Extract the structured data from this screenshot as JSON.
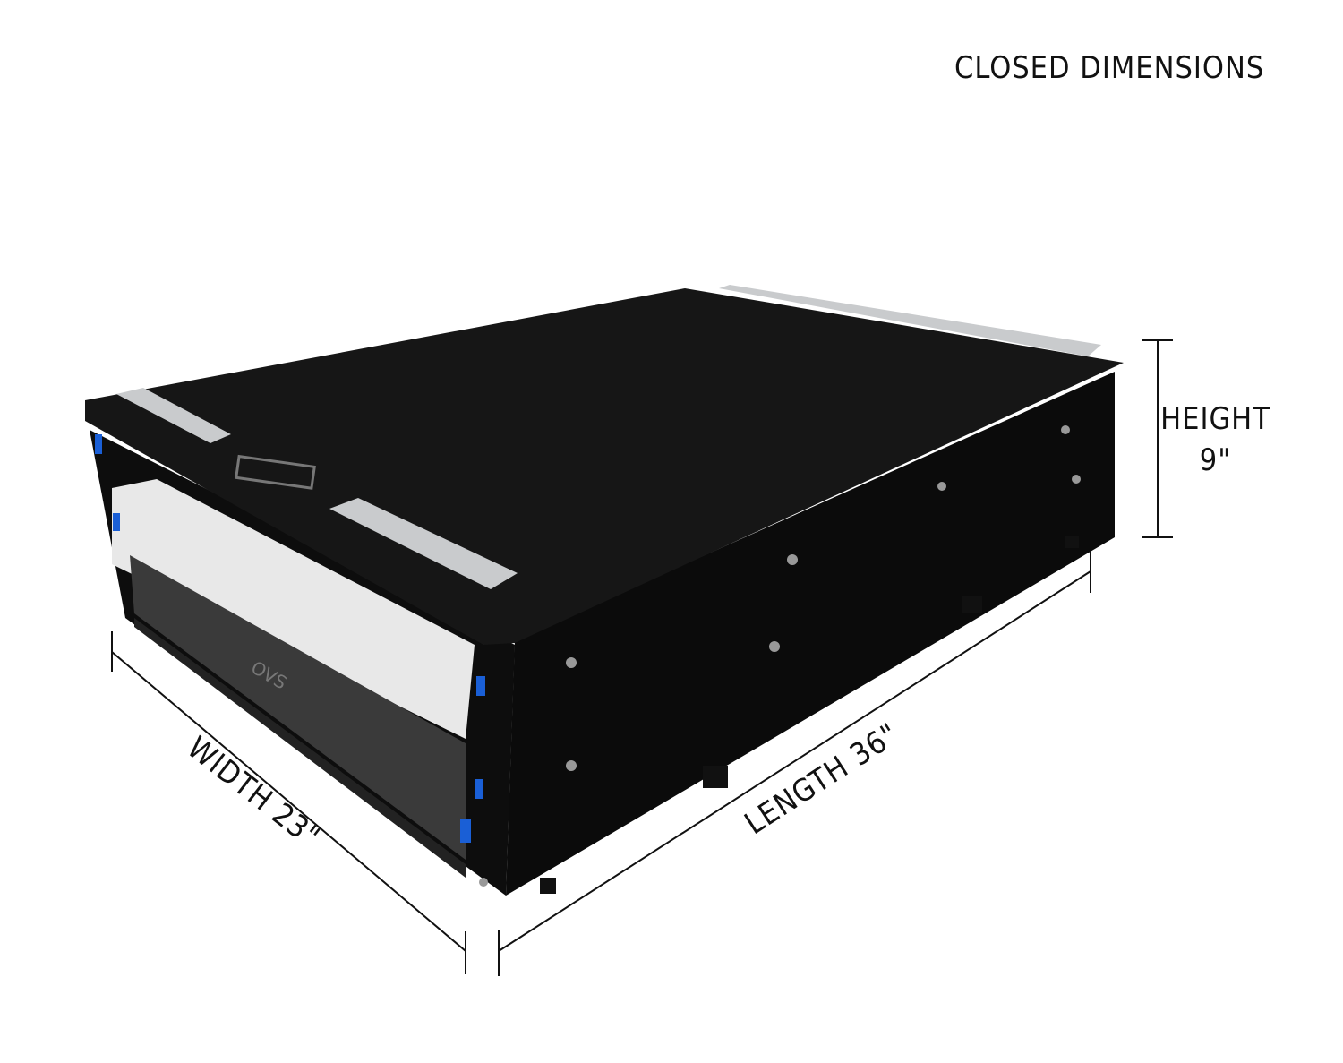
{
  "title": "CLOSED DIMENSIONS",
  "dimensions": {
    "height_label": "HEIGHT",
    "height_value": "9\"",
    "width": "WIDTH 23\"",
    "length": "LENGTH 36\""
  },
  "product": {
    "logo_text": "OVS"
  },
  "colors": {
    "carpet": "#141414",
    "panel": "#0c0c0c",
    "board": "#e9e9e9",
    "drawer": "#2a2a2a",
    "latch": "#1a5fd6",
    "rail": "#c9cbcd"
  }
}
